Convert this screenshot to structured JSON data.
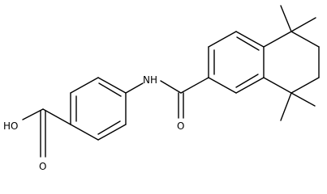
{
  "structure": {
    "atoms": {
      "carboxyl_oh": "HO",
      "carboxyl_o": "O",
      "amide_nh": "NH",
      "amide_o": "O"
    },
    "colors": {
      "bond": "#000000",
      "background": "#ffffff"
    }
  }
}
